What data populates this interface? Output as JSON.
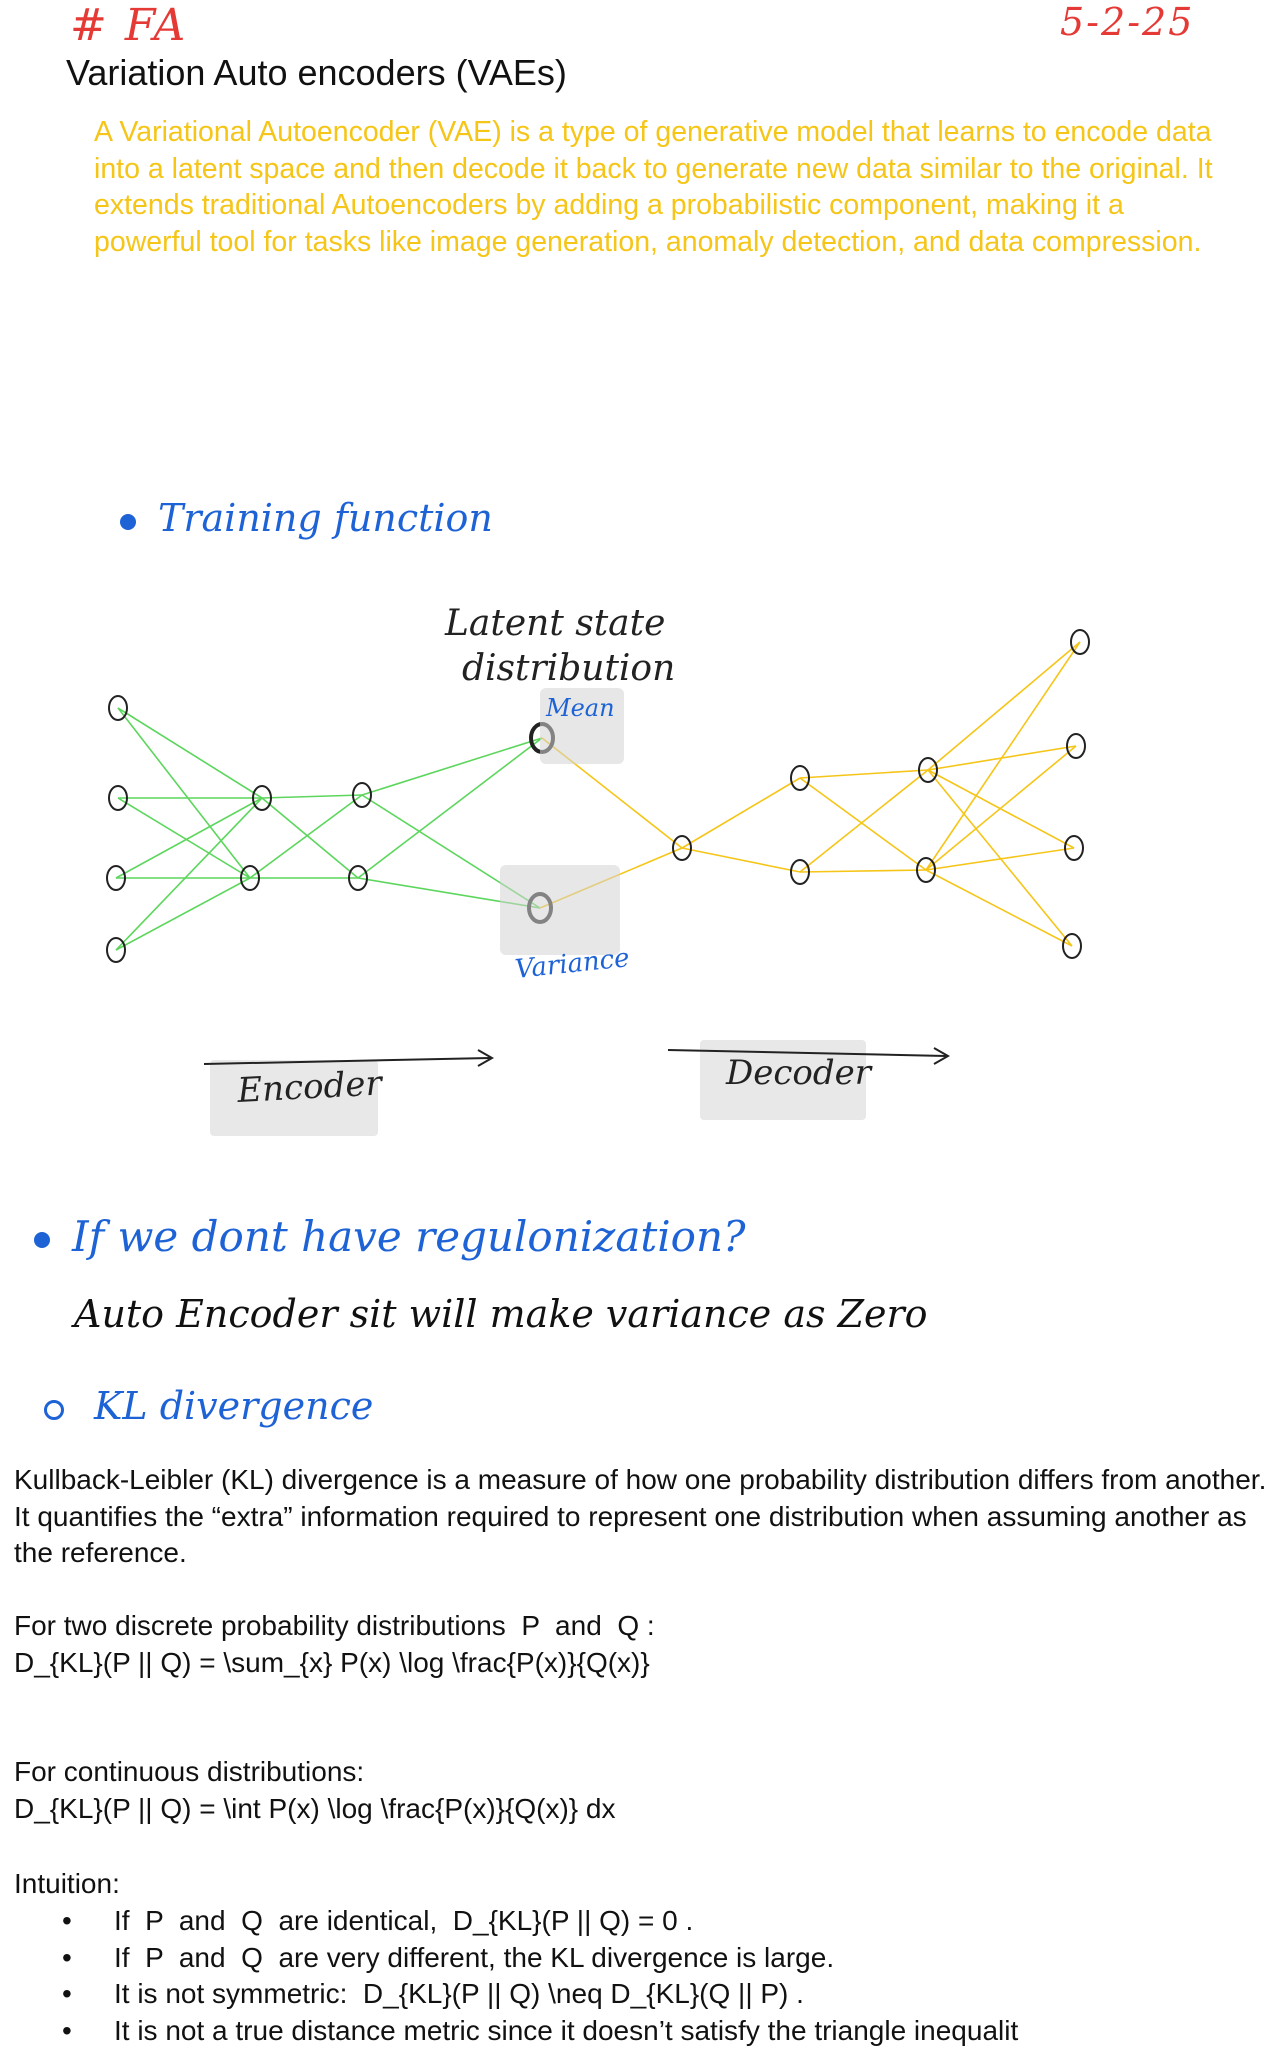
{
  "header": {
    "tag": "# FA",
    "date": "5-2-25",
    "title": "Variation Auto encoders (VAEs)"
  },
  "intro": "A Variational Autoencoder (VAE) is a type of generative model that learns to encode data into a latent space and then decode it back to generate new data similar to the original. It extends traditional Autoencoders by adding a probabilistic component, making it a powerful tool for tasks like image generation, anomaly detection, and data compression.",
  "training": {
    "heading": "Training function",
    "latent_label_1": "Latent state",
    "latent_label_2": "distribution",
    "mean_label": "Mean",
    "variance_label": "Variance",
    "encoder_label": "Encoder",
    "decoder_label": "Decoder",
    "colors": {
      "encoder": "#5cd65c",
      "decoder": "#f5c518",
      "label": "#1e63d6"
    }
  },
  "regularization": {
    "question": "If we dont have regulonization?",
    "answer": "Auto Encoder sit will make variance as Zero"
  },
  "kl": {
    "heading": "KL divergence",
    "definition": "Kullback-Leibler (KL) divergence is a measure of how one probability distribution differs from another. It quantifies the “extra” information required to represent one distribution when assuming another as the reference.",
    "discrete_intro": "For two discrete probability distributions  P  and  Q :",
    "discrete_formula": "D_{KL}(P || Q) = \\sum_{x} P(x) \\log \\frac{P(x)}{Q(x)}",
    "continuous_intro": "For continuous distributions:",
    "continuous_formula": "D_{KL}(P || Q) = \\int P(x) \\log \\frac{P(x)}{Q(x)} dx",
    "intuition_label": "Intuition:",
    "intuition": [
      "If  P  and  Q  are identical,  D_{KL}(P || Q) = 0 .",
      "If  P  and  Q  are very different, the KL divergence is large.",
      "It is not symmetric:  D_{KL}(P || Q) \\neq D_{KL}(Q || P) .",
      "It is not a true distance metric since it doesn’t satisfy the triangle inequalit"
    ]
  }
}
